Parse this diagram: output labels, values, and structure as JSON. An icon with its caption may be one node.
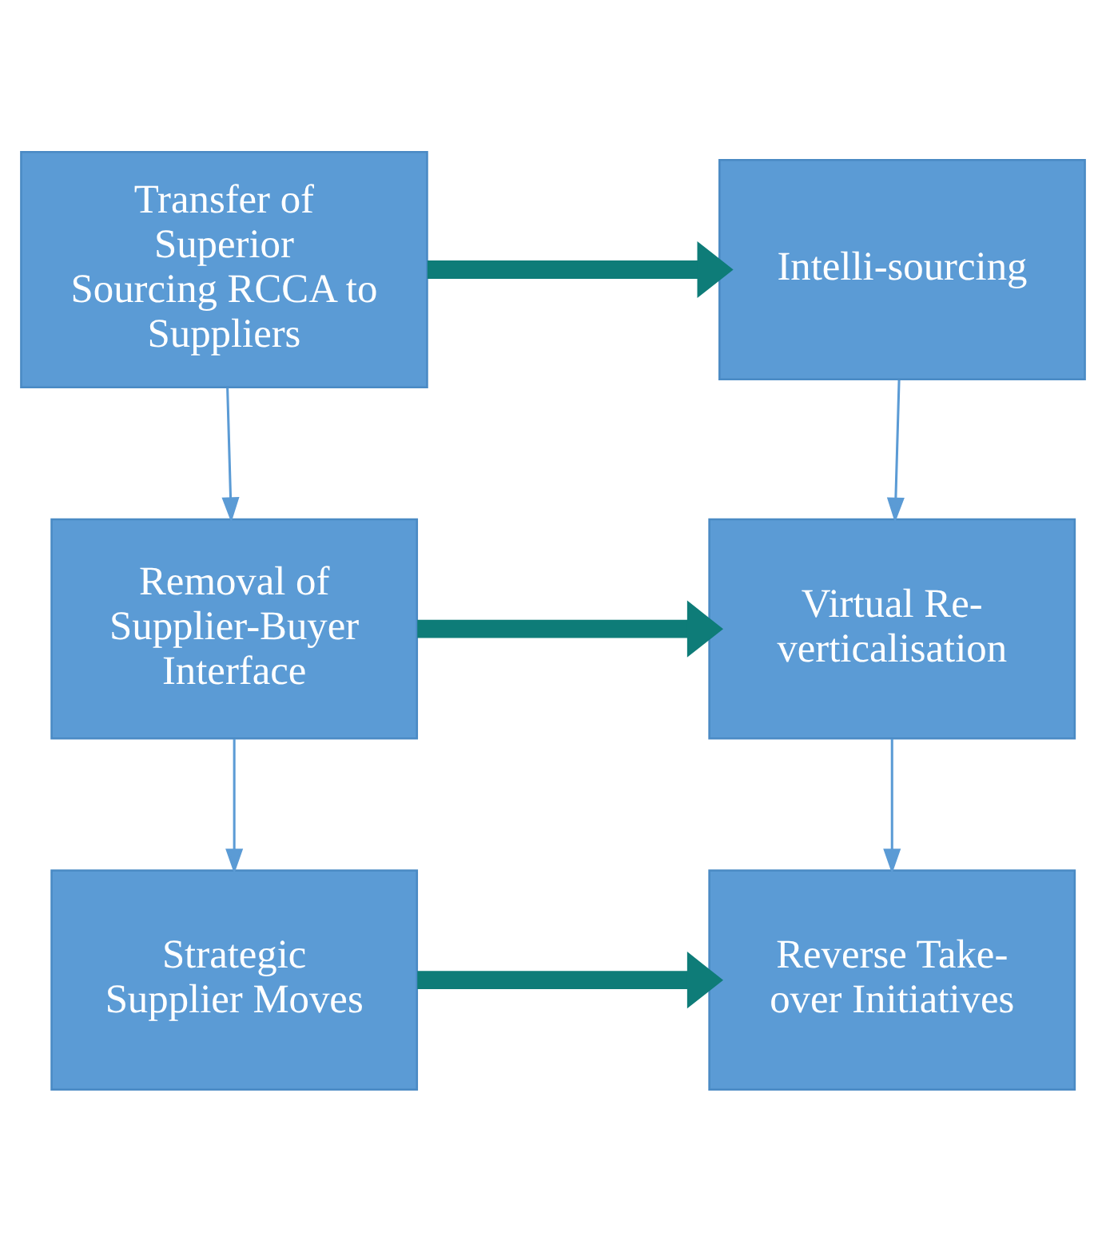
{
  "diagram": {
    "nodes": [
      {
        "text": [
          "Transfer of Superior Sourcing RCCA to Suppliers"
        ]
      },
      {
        "text": [
          "Intelli-sourcing"
        ]
      },
      {
        "text": [
          "Removal of Supplier-Buyer Interface"
        ]
      },
      {
        "text": [
          "Virtual Re-verticalisation"
        ]
      },
      {
        "text": [
          "Strategic Supplier Moves"
        ]
      },
      {
        "text": [
          "Reverse Take-over Initiatives"
        ]
      }
    ],
    "edges": [
      {
        "from": 0,
        "to": 1,
        "arrow": "to",
        "style": "thick",
        "color": "#0e7c78"
      },
      {
        "from": 0,
        "to": 2,
        "arrow": "to"
      },
      {
        "from": 1,
        "to": 3,
        "arrow": "to"
      },
      {
        "from": 2,
        "to": 3,
        "arrow": "to",
        "style": "thick",
        "color": "#0e7c78"
      },
      {
        "from": 2,
        "to": 4,
        "arrow": "to"
      },
      {
        "from": 3,
        "to": 5,
        "arrow": "to"
      },
      {
        "from": 4,
        "to": 5,
        "arrow": "to",
        "style": "thick",
        "color": "#0e7c78"
      }
    ]
  }
}
